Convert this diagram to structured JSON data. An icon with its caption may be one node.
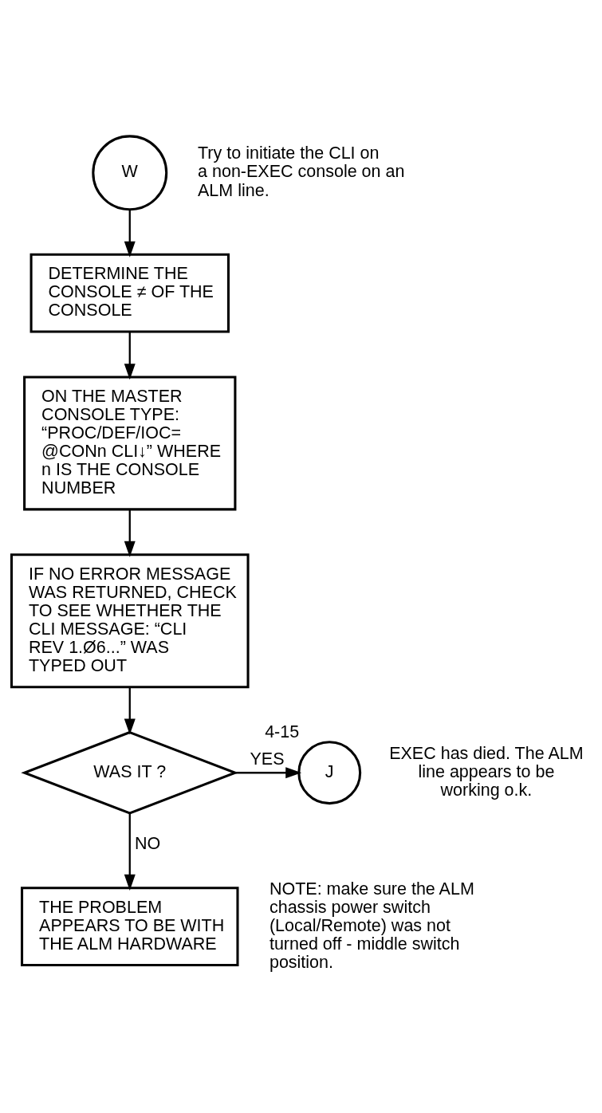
{
  "diagram": {
    "nodes": [
      {
        "text": [
          "W"
        ]
      },
      {
        "text": [
          "DETERMINE THE CONSOLE ≠ OF THE CONSOLE"
        ]
      },
      {
        "text": [
          "ON THE MASTER CONSOLE TYPE: “PROC/DEF/IOC= @CONn CLI↓” WHERE n IS THE CONSOLE NUMBER"
        ]
      },
      {
        "text": [
          "IF NO ERROR MESSAGE WAS RETURNED, CHECK TO SEE WHETHER THE CLI MESSAGE: “CLI REV 1.Ø6...” WAS TYPED OUT"
        ]
      },
      {
        "text": [
          "WAS IT ?"
        ]
      },
      {
        "text": [
          "J"
        ],
        "beside": [
          "4-15",
          "EXEC has died. The ALM line appears to be working o.k."
        ]
      },
      {
        "text": [
          "THE PROBLEM APPEARS TO BE WITH THE ALM HARDWARE"
        ]
      }
    ],
    "edges": [
      {
        "from": 0,
        "to": 1,
        "arrow": "to"
      },
      {
        "from": 1,
        "to": 2,
        "arrow": "to"
      },
      {
        "from": 2,
        "to": 3,
        "arrow": "to"
      },
      {
        "from": 3,
        "to": 4,
        "arrow": "to"
      },
      {
        "from": 4,
        "to": 5,
        "arrow": "to",
        "label": "YES"
      },
      {
        "from": 4,
        "to": 6,
        "arrow": "to",
        "label": "NO"
      }
    ],
    "labels": [
      "Try to initiate the CLI on a non-EXEC console on an ALM line.",
      "NOTE: make sure the ALM chassis power switch (Local/Remote) was not turned off - middle switch position."
    ]
  }
}
